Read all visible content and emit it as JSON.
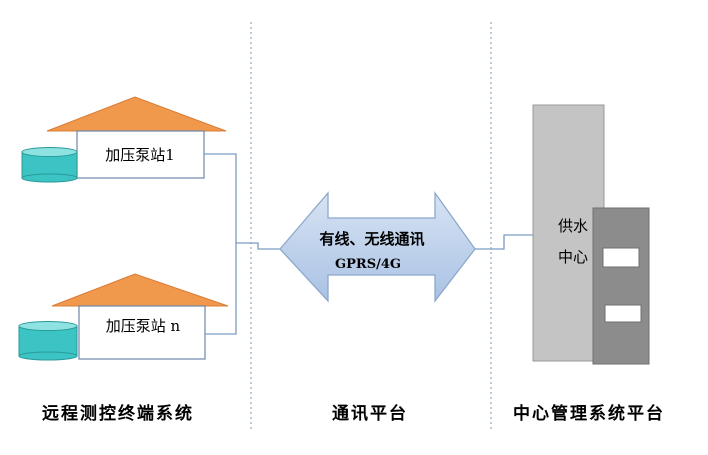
{
  "stations": [
    {
      "label": "加压泵站1"
    },
    {
      "label": "加压泵站 n"
    }
  ],
  "comm": {
    "line1": "有线、无线通讯",
    "line2": "GPRS/4G"
  },
  "center": {
    "line1": "供水",
    "line2": "中心"
  },
  "sections": {
    "remote": "远程测控终端系统",
    "comm": "通讯平台",
    "center": "中心管理系统平台"
  },
  "colors": {
    "roof": "#f0984c",
    "tank": "#3cc4c4",
    "arrow_fill": "#b9cfea",
    "arrow_stroke": "#8da8cc",
    "connector": "#7a9cc4",
    "divider": "#7a98b8",
    "server_light": "#c4c4c4",
    "server_dark": "#8c8c8c"
  }
}
